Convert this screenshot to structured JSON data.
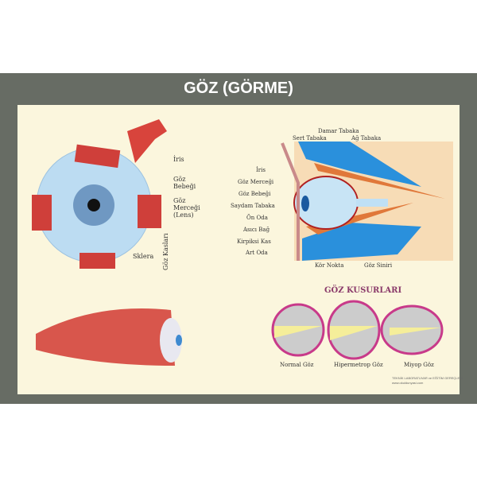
{
  "title": "GÖZ (GÖRME)",
  "external": {
    "labels": [
      "İris",
      "Göz Bebeği",
      "Göz Merceği (Lens)",
      "Sklera",
      "Göz Kasları"
    ]
  },
  "section": {
    "top": [
      "Damar Tabaka",
      "Sert Tabaka",
      "Ağ Tabaka"
    ],
    "left": [
      "İris",
      "Göz Merceği",
      "Göz Bebeği",
      "Saydam Tabaka",
      "Ön Oda",
      "Asıcı Bağ",
      "Kirpiksi Kas",
      "Art Oda"
    ],
    "bottom": [
      "Kör Nokta",
      "Göz Siniri"
    ]
  },
  "defects": {
    "title": "GÖZ KUSURLARI",
    "items": [
      "Normal Göz",
      "Hipermetrop Göz",
      "Miyop Göz"
    ]
  },
  "footer": [
    "TEKNİK LABORATUVAR ve EĞİTİM GEREÇLERİ",
    "www.okuldunyasi.com"
  ]
}
